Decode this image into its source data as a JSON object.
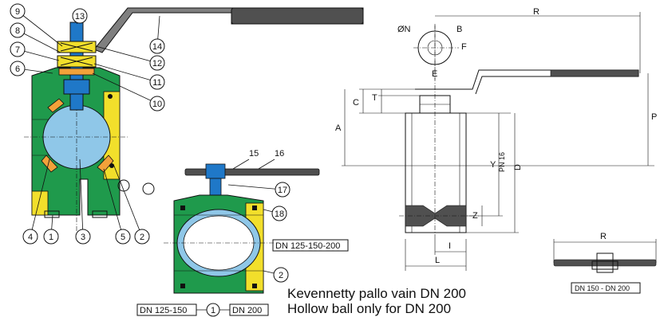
{
  "colors": {
    "body": "#1f9a4c",
    "ball": "#8fc7e8",
    "stem": "#1f78c8",
    "seat": "#f2a23a",
    "insert": "#f2df2b",
    "handle": "#7f7f7f",
    "dark": "#505050"
  },
  "part_numbers": [
    "1",
    "2",
    "3",
    "4",
    "5",
    "6",
    "7",
    "8",
    "9",
    "10",
    "11",
    "12",
    "13",
    "14"
  ],
  "large_view_labels": [
    "15",
    "16",
    "17",
    "18",
    "1",
    "2"
  ],
  "range_labels": {
    "dn125_150_200": "DN 125-150-200",
    "dn125_150": "DN 125-150",
    "dn200": "DN 200",
    "dn150_200": "DN 150 - DN 200"
  },
  "notes": {
    "finnish": "Kevennetty pallo vain DN 200",
    "english": "Hollow ball only for DN 200"
  },
  "dimensions": {
    "R": "R",
    "R_small": "R",
    "ON": "ØN",
    "B": "B",
    "F": "F",
    "E": "E",
    "C": "C",
    "T": "T",
    "A": "A",
    "P": "P",
    "Y": "Y",
    "PN": "PN 16",
    "D": "D",
    "Z": "Z",
    "I": "I",
    "L": "L"
  }
}
